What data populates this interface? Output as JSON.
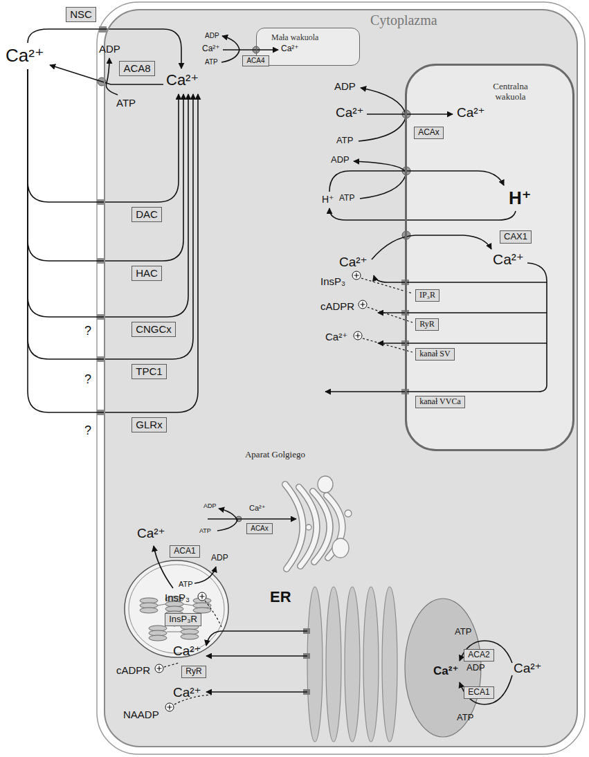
{
  "diagram": {
    "nodes": [
      {
        "text": [
          "Cytoplazma"
        ]
      },
      {
        "text": [
          "NSC"
        ]
      },
      {
        "text": [
          "ACA8"
        ],
        "in": 0
      },
      {
        "text": [
          "Mała wakuola"
        ],
        "in": 0
      },
      {
        "text": [
          "ACA4"
        ],
        "in": 3
      },
      {
        "text": [
          "Centralna wakuola"
        ],
        "in": 0
      },
      {
        "text": [
          "ACAx"
        ],
        "in": 5
      },
      {
        "text": [
          "CAX1"
        ],
        "in": 5
      },
      {
        "text": [
          "IP₃R"
        ],
        "in": 5
      },
      {
        "text": [
          "RyR"
        ],
        "in": 5
      },
      {
        "text": [
          "kanał SV"
        ],
        "in": 5
      },
      {
        "text": [
          "kanał VVCa"
        ],
        "in": 5
      },
      {
        "text": [
          "DAC"
        ],
        "in": 0
      },
      {
        "text": [
          "HAC"
        ],
        "in": 0
      },
      {
        "text": [
          "CNGCx"
        ],
        "in": 0
      },
      {
        "text": [
          "TPC1"
        ],
        "in": 0
      },
      {
        "text": [
          "GLRx"
        ],
        "in": 0
      },
      {
        "text": [
          "Aparat Golgiego"
        ],
        "in": 0
      },
      {
        "text": [
          "ACAx"
        ],
        "in": 17
      },
      {
        "text": [
          "ACA1"
        ],
        "in": 0
      },
      {
        "text": [
          "ER"
        ],
        "in": 0
      },
      {
        "text": [
          "InsP₃R"
        ],
        "in": 0
      },
      {
        "text": [
          "RyR"
        ],
        "in": 0
      },
      {
        "text": [
          "ACA2"
        ],
        "in": 0
      },
      {
        "text": [
          "ECA1"
        ],
        "in": 0
      }
    ],
    "labels": [
      "Ca²⁺",
      "ADP",
      "Ca²⁺",
      "ATP",
      "ADP",
      "Ca²⁺",
      "ATP",
      "Ca²⁺",
      "ADP",
      "Ca²⁺",
      "ATP",
      "Ca²⁺",
      "ADP",
      "H⁺",
      "ATP",
      "H⁺",
      "Ca²⁺",
      "Ca²⁺",
      "InsP₃",
      "cADPR",
      "Ca²⁺",
      "?",
      "?",
      "?",
      "ADP",
      "Ca²⁺",
      "ATP",
      "Ca²⁺",
      "ATP",
      "ADP",
      "InsP₃",
      "Ca²⁺",
      "cADPR",
      "Ca²⁺",
      "NAADP",
      "ATP",
      "Ca²⁺",
      "ADP",
      "ATP",
      "Ca²⁺"
    ]
  }
}
